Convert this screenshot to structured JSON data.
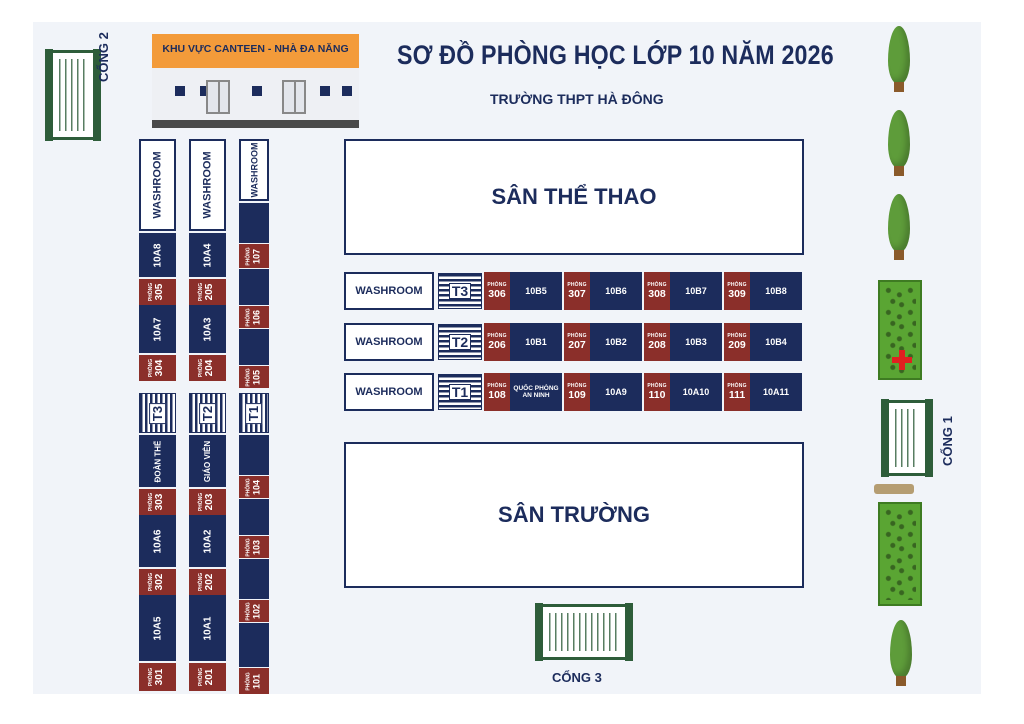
{
  "header": {
    "title": "SƠ ĐỒ PHÒNG HỌC LỚP 10 NĂM 2026",
    "subtitle": "TRƯỜNG THPT HÀ ĐÔNG"
  },
  "canteen": {
    "label": "KHU VỰC CANTEEN - NHÀ ĐA NĂNG"
  },
  "gates": {
    "gate1": "CỔNG 1",
    "gate2": "CỔNG 2",
    "gate3": "CỔNG 3"
  },
  "yards": {
    "sports": "SÂN THỂ THAO",
    "school": "SÂN TRƯỜNG"
  },
  "room_prefix": "PHÒNG",
  "rows": {
    "t3": {
      "washroom": "WASHROOM",
      "stair": "T3",
      "rooms": [
        {
          "num": "306",
          "cls": "10B5"
        },
        {
          "num": "307",
          "cls": "10B6"
        },
        {
          "num": "308",
          "cls": "10B7"
        },
        {
          "num": "309",
          "cls": "10B8"
        }
      ]
    },
    "t2": {
      "washroom": "WASHROOM",
      "stair": "T2",
      "rooms": [
        {
          "num": "206",
          "cls": "10B1"
        },
        {
          "num": "207",
          "cls": "10B2"
        },
        {
          "num": "208",
          "cls": "10B3"
        },
        {
          "num": "209",
          "cls": "10B4"
        }
      ]
    },
    "t1": {
      "washroom": "WASHROOM",
      "stair": "T1",
      "rooms": [
        {
          "num": "108",
          "cls": "QUỐC PHÒNG AN NINH"
        },
        {
          "num": "109",
          "cls": "10A9"
        },
        {
          "num": "110",
          "cls": "10A10"
        },
        {
          "num": "111",
          "cls": "10A11"
        }
      ]
    }
  },
  "columns": {
    "c3": {
      "washroom": "WASHROOM",
      "upper": [
        {
          "cls": "10A8",
          "num": "305"
        },
        {
          "cls": "10A7",
          "num": "304"
        }
      ],
      "stair": "T3",
      "lower": [
        {
          "cls": "ĐOÀN THỂ",
          "num": "303"
        },
        {
          "cls": "10A6",
          "num": "302"
        },
        {
          "cls": "10A5",
          "num": "301"
        }
      ]
    },
    "c2": {
      "washroom": "WASHROOM",
      "upper": [
        {
          "cls": "10A4",
          "num": "205"
        },
        {
          "cls": "10A3",
          "num": "204"
        }
      ],
      "stair": "T2",
      "lower": [
        {
          "cls": "GIÁO VIÊN",
          "num": "203"
        },
        {
          "cls": "10A2",
          "num": "202"
        },
        {
          "cls": "10A1",
          "num": "201"
        }
      ]
    },
    "c1": {
      "washroom": "WASHROOM",
      "stair": "T1",
      "rooms": [
        "107",
        "106",
        "105",
        "104",
        "103",
        "102",
        "101"
      ]
    }
  },
  "colors": {
    "navy": "#1c2c5c",
    "maroon": "#8b2f2a",
    "green": "#2e5d3a",
    "orange": "#f39b3a"
  }
}
